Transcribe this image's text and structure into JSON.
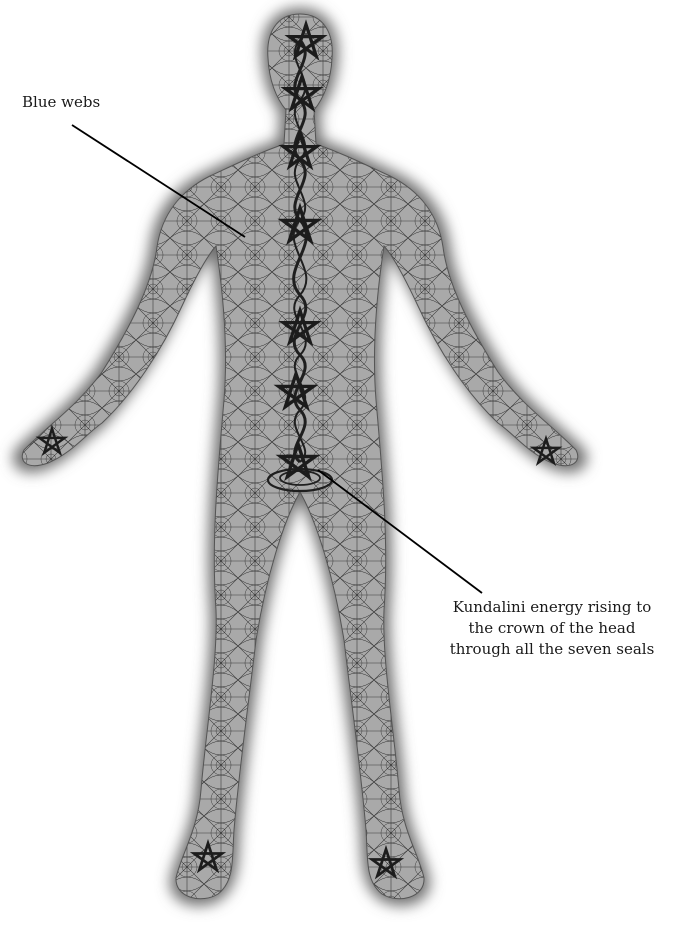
{
  "labels": {
    "blue_webs": "Blue webs",
    "kundalini": [
      "Kundalini energy rising to",
      "the crown of the head",
      "through all the seven seals"
    ]
  },
  "colors": {
    "body_fill": "#8e8e8e",
    "body_glow": "#6f6f6f",
    "web_lines": "#2a2a2a",
    "stars": "#1c1c1c",
    "leader_lines": "#000000"
  },
  "icons": {
    "seal": "pentagram-icon",
    "energy": "kundalini-spiral"
  }
}
